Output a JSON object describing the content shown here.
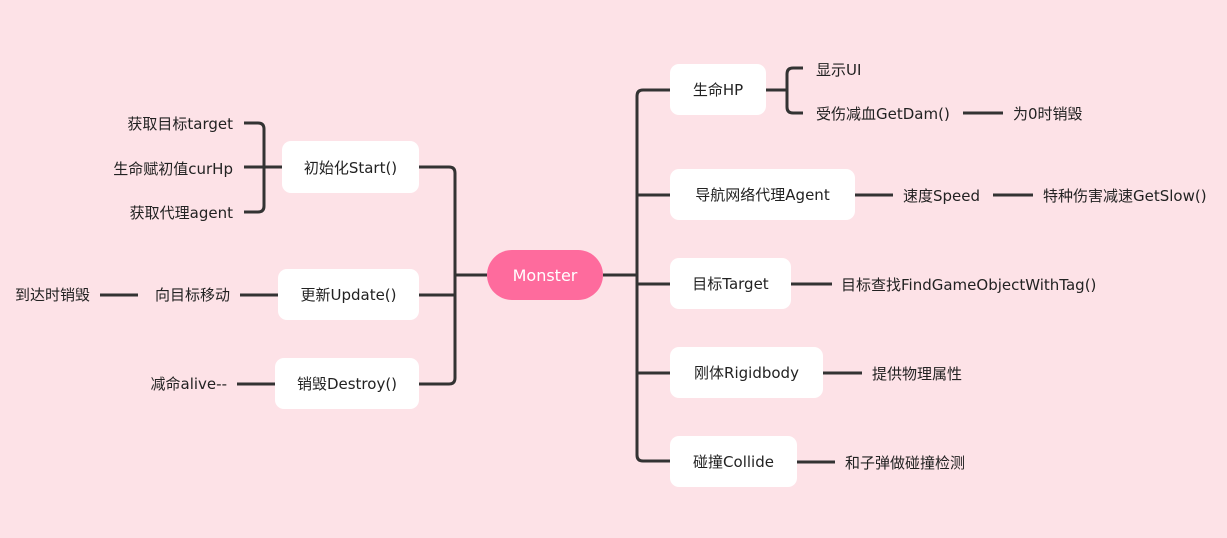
{
  "root": "Monster",
  "colors": {
    "background": "#fde2e7",
    "root": "#fe6b9d",
    "line": "#333333"
  },
  "left": {
    "start": {
      "label": "初始化Start()",
      "children": [
        "获取目标target",
        "生命赋初值curHp",
        "获取代理agent"
      ]
    },
    "update": {
      "label": "更新Update()",
      "child": "向目标移动",
      "grandchild": "到达时销毁"
    },
    "destroy": {
      "label": "销毁Destroy()",
      "child": "减命alive--"
    }
  },
  "right": {
    "hp": {
      "label": "生命HP",
      "children": [
        "显示UI",
        "受伤减血GetDam()"
      ],
      "grandchild": "为0时销毁"
    },
    "agent": {
      "label": "导航网络代理Agent",
      "child": "速度Speed",
      "grandchild": "特种伤害减速GetSlow()"
    },
    "target": {
      "label": "目标Target",
      "child": "目标查找FindGameObjectWithTag()"
    },
    "rigidbody": {
      "label": "刚体Rigidbody",
      "child": "提供物理属性"
    },
    "collide": {
      "label": "碰撞Collide",
      "child": "和子弹做碰撞检测"
    }
  }
}
